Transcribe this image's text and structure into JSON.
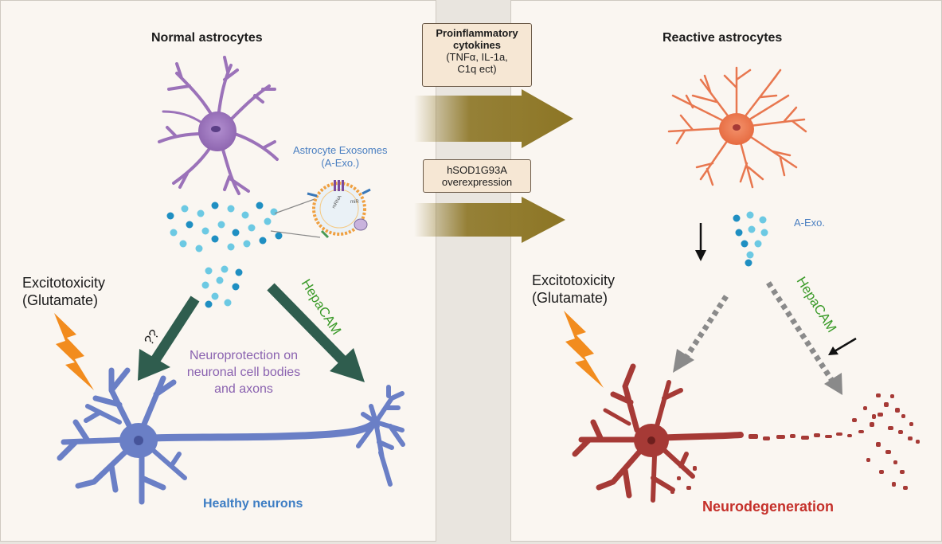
{
  "left_panel": {
    "title": "Normal astrocytes",
    "exosome_label": [
      "Astrocyte Exosomes",
      "(A-Exo.)"
    ],
    "excitotoxicity": [
      "Excitotoxicity",
      "(Glutamate)"
    ],
    "question_marks": "??",
    "hepacam": "HepaCAM",
    "neuroprotection": [
      "Neuroprotection on",
      "neuronal cell bodies",
      "and axons"
    ],
    "bottom_label": "Healthy neurons"
  },
  "middle": {
    "box1": [
      "Proinflammatory",
      "cytokines",
      "(TNFα, IL-1a,",
      "C1q ect)"
    ],
    "box2": [
      "hSOD1G93A",
      "overexpression"
    ]
  },
  "right_panel": {
    "title": "Reactive astrocytes",
    "exosome_label": "A-Exo.",
    "excitotoxicity": [
      "Excitotoxicity",
      "(Glutamate)"
    ],
    "hepacam": "HepaCAM",
    "bottom_label": "Neurodegeneration"
  },
  "colors": {
    "normal_astrocyte": "#9b72b9",
    "reactive_astrocyte": "#e8774f",
    "healthy_neuron": "#6a7fc6",
    "degenerating_neuron": "#a63a36",
    "exosome": "#5bc0de",
    "arrow_dark_green": "#2f5d4e",
    "big_arrow": "#8c7524",
    "hepacam_green": "#3a9a28",
    "bolt": "#f28c1e",
    "healthy_label": "#3e7ec4",
    "neurodegeneration_label": "#c5302a",
    "neuroprotection_label": "#8a62b0",
    "exosome_label": "#4a7fc1"
  }
}
